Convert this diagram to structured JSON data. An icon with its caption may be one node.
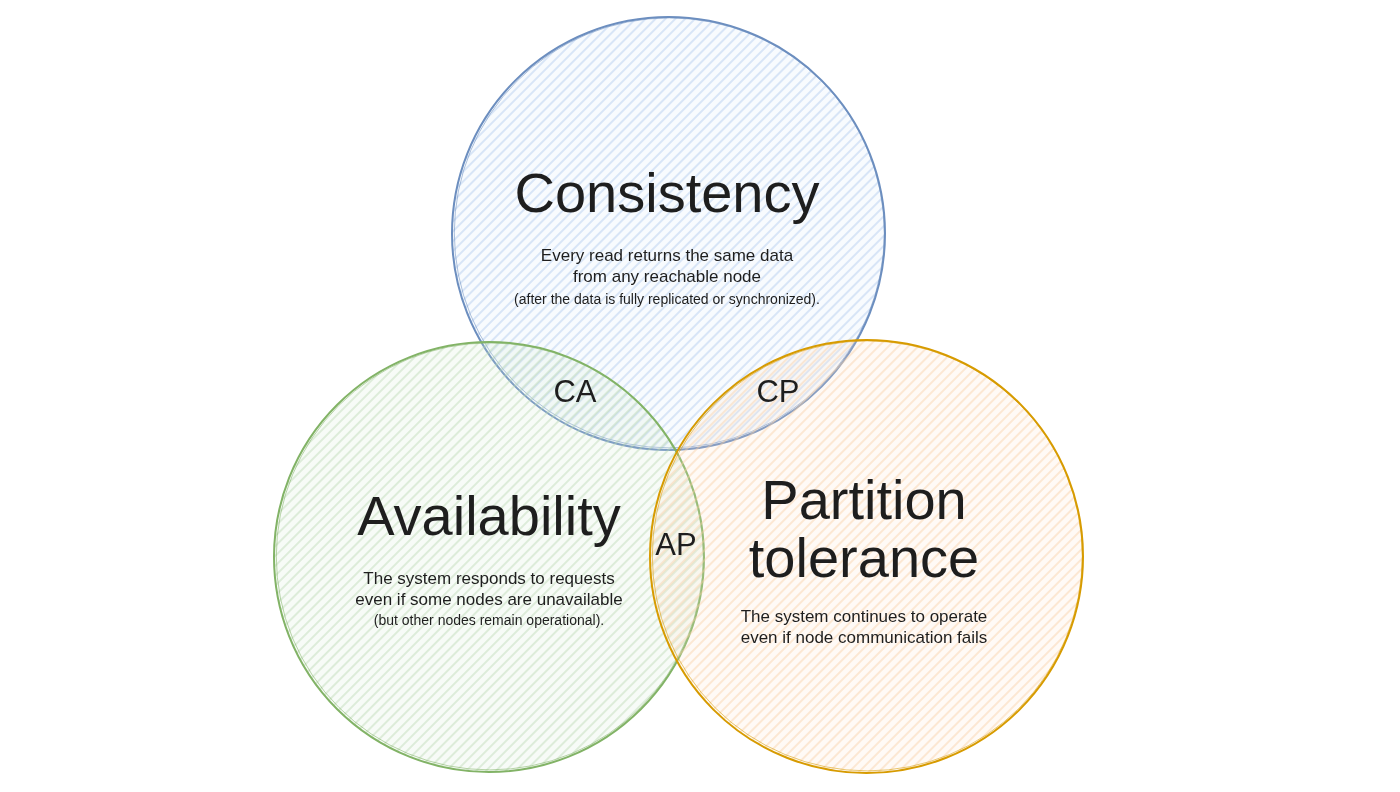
{
  "diagram": {
    "nodes": [
      {
        "text": [
          "Consistency",
          "Every read returns the same data from any reachable node",
          "(after the data is fully replicated or synchronized)."
        ]
      },
      {
        "text": [
          "Availability",
          "The system responds to requests even if some nodes are unavailable",
          "(but other nodes remain operational)."
        ]
      },
      {
        "text": [
          "Partition tolerance",
          "The system continues to operate even if node communication fails"
        ]
      }
    ],
    "labels": [
      "CA",
      "CP",
      "AP"
    ]
  }
}
